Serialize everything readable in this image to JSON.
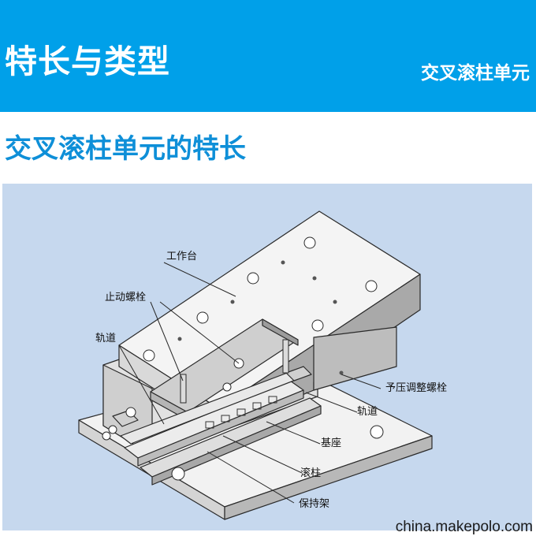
{
  "header": {
    "title": "特长与类型",
    "subtitle": "交叉滚柱单元"
  },
  "section": {
    "title": "交叉滚柱单元的特长"
  },
  "diagram": {
    "labels": {
      "worktable": "工作台",
      "stop_bolt": "止动螺栓",
      "rail_left": "轨道",
      "preload_bolt": "予压调整螺栓",
      "rail_right": "轨道",
      "base": "基座",
      "roller": "滚柱",
      "cage": "保持架"
    }
  },
  "watermark": "china.makepolo.com",
  "colors": {
    "banner": "#00a0e9",
    "section_title": "#0e8fd8",
    "figure_bg": "#c6d8ee"
  }
}
